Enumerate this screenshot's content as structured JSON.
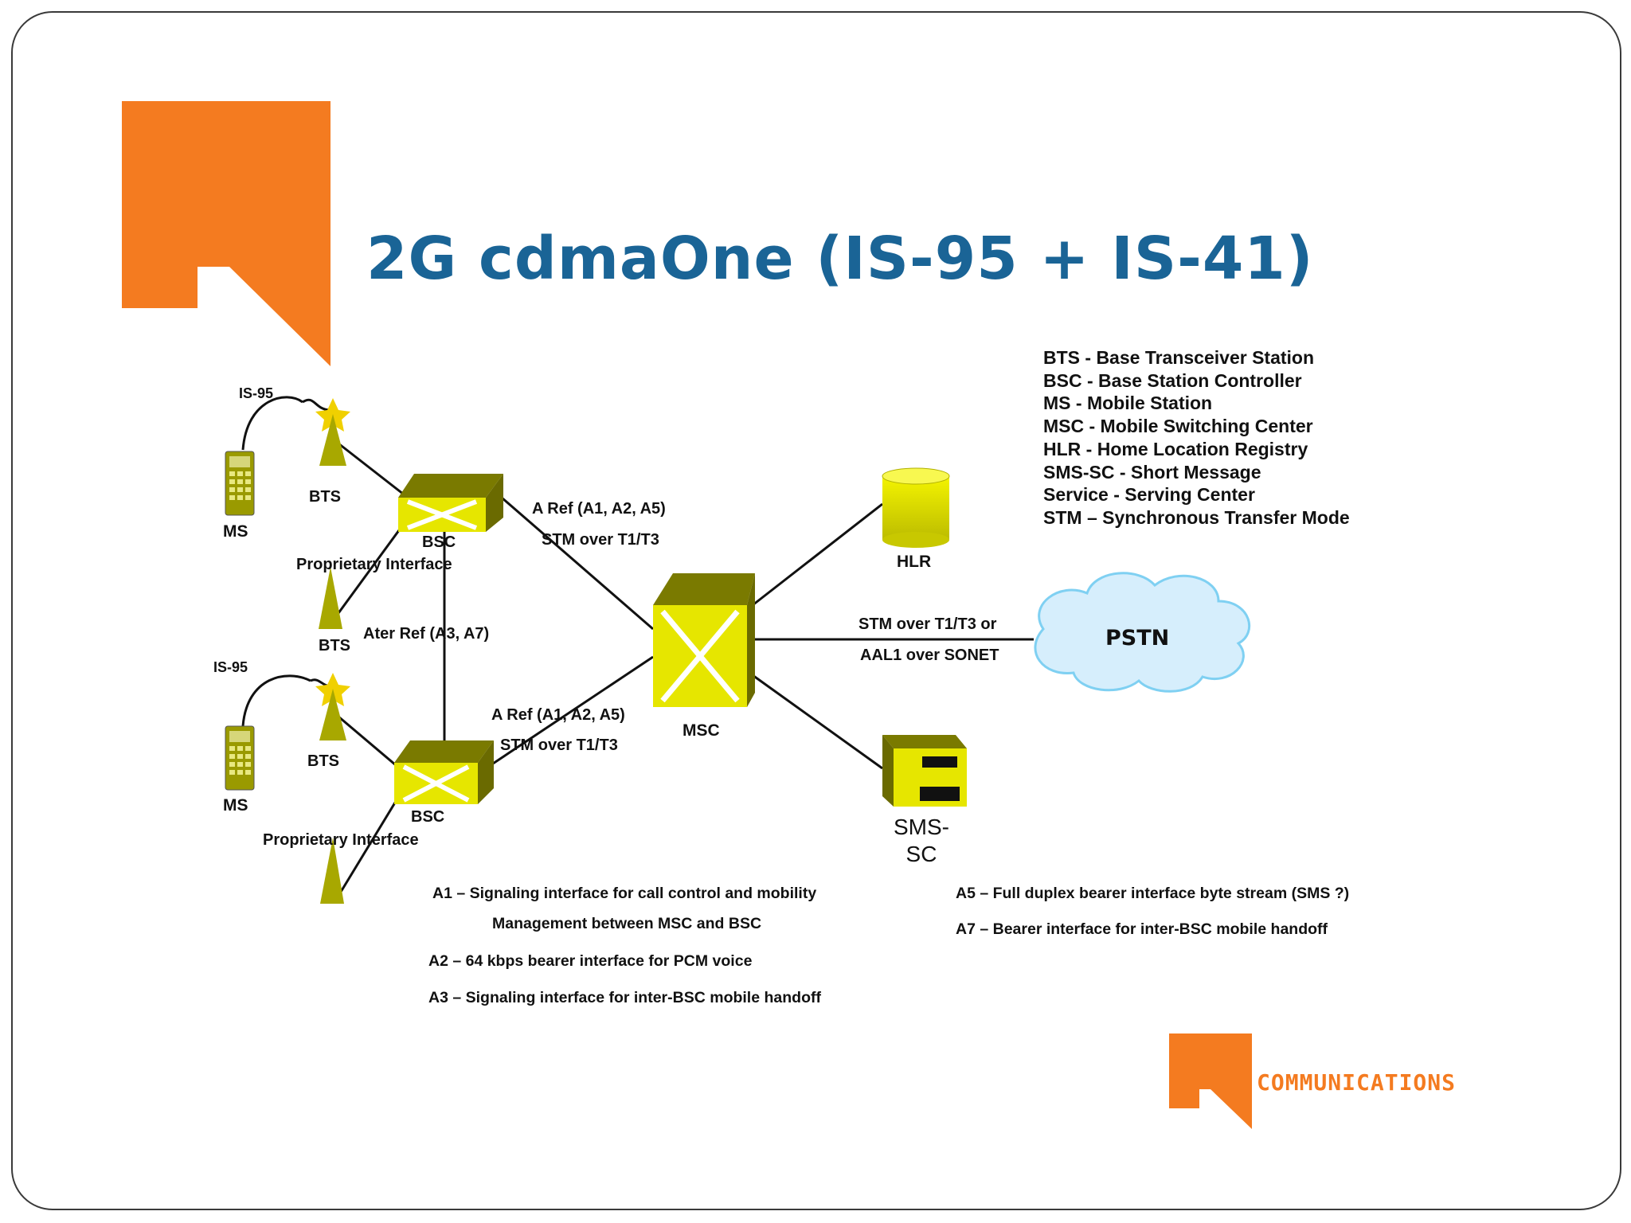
{
  "title": "2G cdmaOne (IS-95 + IS-41)",
  "legend": [
    "BTS - Base Transceiver Station",
    "BSC - Base Station Controller",
    "MS - Mobile Station",
    "MSC - Mobile Switching Center",
    "HLR - Home Location Registry",
    "SMS-SC - Short Message",
    "Service - Serving Center",
    "STM – Synchronous Transfer Mode"
  ],
  "nodes": {
    "ms": "MS",
    "bts": "BTS",
    "bsc": "BSC",
    "msc": "MSC",
    "hlr": "HLR",
    "pstn": "PSTN",
    "sms_line1": "SMS-",
    "sms_line2": "SC"
  },
  "links": {
    "is95": "IS-95",
    "proprietary": "Proprietary Interface",
    "a_ref": "A Ref (A1, A2, A5)",
    "stm_t1t3": "STM over T1/T3",
    "ater_ref": "Ater Ref (A3, A7)",
    "pstn_link_1": "STM over T1/T3 or",
    "pstn_link_2": "AAL1 over SONET"
  },
  "notes": {
    "a1_line1": "A1 – Signaling interface for call control and mobility",
    "a1_line2": "Management  between MSC and BSC",
    "a2": "A2 – 64 kbps bearer interface for PCM voice",
    "a3": "A3 – Signaling interface for inter-BSC mobile handoff",
    "a5": "A5 – Full duplex bearer interface byte stream (SMS ?)",
    "a7": "A7 – Bearer interface for inter-BSC mobile handoff"
  },
  "brand": {
    "name": "COMMUNICATIONS"
  },
  "colors": {
    "accent_orange": "#f47b20",
    "title_blue": "#1a6496",
    "equipment_olive": "#9a9a00",
    "equipment_yellow": "#e6e600",
    "pstn_cloud": "#d6eefc"
  }
}
